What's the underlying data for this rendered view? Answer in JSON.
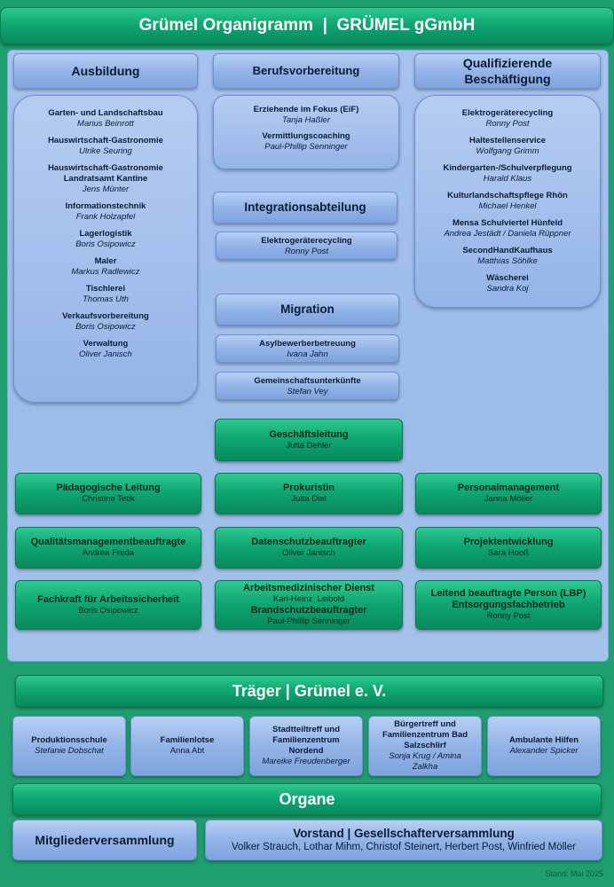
{
  "title": "Grümel Organigramm  |  GRÜMEL gGmbH",
  "top": {
    "ausbildung": {
      "header": "Ausbildung",
      "items": [
        {
          "title": "Garten- und Landschaftsbau",
          "person": "Marius Beinrott"
        },
        {
          "title": "Hauswirtschaft-Gastronomie",
          "person": "Ulrike Seuring"
        },
        {
          "title": "Hauswirtschaft-Gastronomie Landratsamt Kantine",
          "person": "Jens Münter"
        },
        {
          "title": "Informationstechnik",
          "person": "Frank Holzapfel"
        },
        {
          "title": "Lagerlogistik",
          "person": "Boris Osipowicz"
        },
        {
          "title": "Maler",
          "person": "Markus Radlewicz"
        },
        {
          "title": "Tischlerei",
          "person": "Thomas Uth"
        },
        {
          "title": "Verkaufsvorbereitung",
          "person": "Boris Osipowicz"
        },
        {
          "title": "Verwaltung",
          "person": "Oliver Janisch"
        }
      ]
    },
    "berufsvorbereitung": {
      "header": "Berufsvorbereitung",
      "items": [
        {
          "title": "Erziehende im Fokus (EiF)",
          "person": "Tanja Haßler"
        },
        {
          "title": "Vermittlungscoaching",
          "person": "Paul-Phillip Senninger"
        }
      ]
    },
    "integration": {
      "header": "Integrationsabteilung",
      "items": [
        {
          "title": "Elektrogeräterecycling",
          "person": "Ronny Post"
        }
      ]
    },
    "migration": {
      "header": "Migration",
      "items": [
        {
          "title": "Asylbewerberbetreuung",
          "person": "Ivana Jahn"
        },
        {
          "title": "Gemeinschaftsunterkünfte",
          "person": "Stefan Vey"
        }
      ]
    },
    "qualifizierende": {
      "header": "Qualifizierende Beschäftigung",
      "items": [
        {
          "title": "Elektrogeräterecycling",
          "person": "Ronny Post"
        },
        {
          "title": "Haltestellenservice",
          "person": "Wolfgang Grimm"
        },
        {
          "title": "Kindergarten-/Schulverpflegung",
          "person": "Harald Klaus"
        },
        {
          "title": "Kulturlandschaftspflege Rhön",
          "person": "Michael Henkel"
        },
        {
          "title": "Mensa Schulviertel Hünfeld",
          "person": "Andrea Jestädt / Daniela Rüppner"
        },
        {
          "title": "SecondHandKaufhaus",
          "person": "Matthias Söhlke"
        },
        {
          "title": "Wäscherei",
          "person": "Sandra Koj"
        }
      ]
    }
  },
  "management": {
    "geschaeftsleitung": {
      "title": "Geschäftsleitung",
      "person": "Jutta Dehler"
    },
    "paedagogische": {
      "title": "Pädagogische Leitung",
      "person": "Christine Tetik"
    },
    "prokuristin": {
      "title": "Prokuristin",
      "person": "Jutta Diel"
    },
    "personal": {
      "title": "Personalmanagement",
      "person": "Janna Möller"
    },
    "qualitaet": {
      "title": "Qualitätsmanagementbeauftragte",
      "person": "Andrea Freda"
    },
    "datenschutz": {
      "title": "Datenschutzbeauftragter",
      "person": "Oliver Janisch"
    },
    "projekt": {
      "title": "Projektentwicklung",
      "person": "Sara Hooß"
    },
    "arbeitssicherheit": {
      "title": "Fachkraft für Arbeitssicherheit",
      "person": "Boris Osipowicz"
    },
    "arbeitsmedizin": {
      "title": "Arbeitsmedizinischer Dienst",
      "person": "Kari-Heinz  Leibold",
      "title2": "Brandschutzbeauftragter",
      "person2": "Paul-Phillip Senninger"
    },
    "lbp": {
      "title": "Leitend beauftragte Person (LBP)",
      "title2": "Entsorgungsfachbetrieb",
      "person": "Ronny Post"
    }
  },
  "traeger": {
    "header": "Träger | Grümel e. V.",
    "items": [
      {
        "title": "Produktionsschule",
        "person": "Stefanie Dobschat",
        "italic": true
      },
      {
        "title": "Familienlotse",
        "person": "Anna Abt",
        "italic": false
      },
      {
        "title": "Stadtteiltreff und Familienzentrum Nordend",
        "person": "Mareike Freudenberger",
        "italic": true
      },
      {
        "title": "Bürgertreff und Familienzentrum Bad Salzschlirf",
        "person": "Sonja Krug / Amina Zalkha",
        "italic": true
      },
      {
        "title": "Ambulante Hilfen",
        "person": "Alexander Spicker",
        "italic": true
      }
    ]
  },
  "organe": {
    "header": "Organe",
    "mitglieder": "Mitgliederversammlung",
    "vorstand_title": "Vorstand | Gesellschafterversammlung",
    "vorstand_people": "Volker Strauch, Lothar Mihm, Christof Steinert, Herbert Post, Winfried Möller"
  },
  "footer": "Stand: Mai 2025",
  "colors": {
    "green": "#10a772",
    "blue": "#93b4e8",
    "panel_bg": "#a8c4ee"
  }
}
